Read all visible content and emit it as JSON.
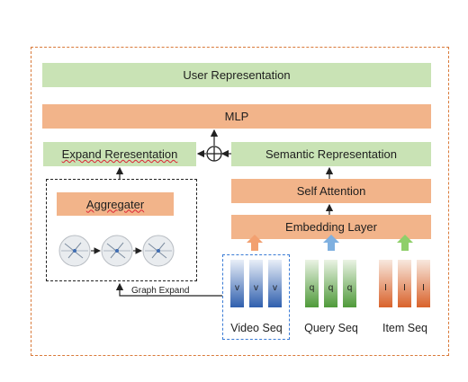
{
  "layers": {
    "user_representation": "User Representation",
    "mlp": "MLP",
    "expand_representation": "Expand Reresentation",
    "semantic_representation": "Semantic Representation",
    "self_attention": "Self Attention",
    "embedding_layer": "Embedding Layer",
    "aggregater": "Aggregater"
  },
  "combine_symbol": "⊕",
  "edge_labels": {
    "graph_expand": "Graph Expand"
  },
  "sequences": {
    "video": {
      "label": "Video Seq",
      "token": "v",
      "color": "#2f5fae",
      "arrow_color": "#f2a070"
    },
    "query": {
      "label": "Query Seq",
      "token": "q",
      "color": "#4f9a3a",
      "arrow_color": "#7fb0e0"
    },
    "item": {
      "label": "Item Seq",
      "token": "I",
      "color": "#d9622b",
      "arrow_color": "#8fcf6a"
    }
  }
}
